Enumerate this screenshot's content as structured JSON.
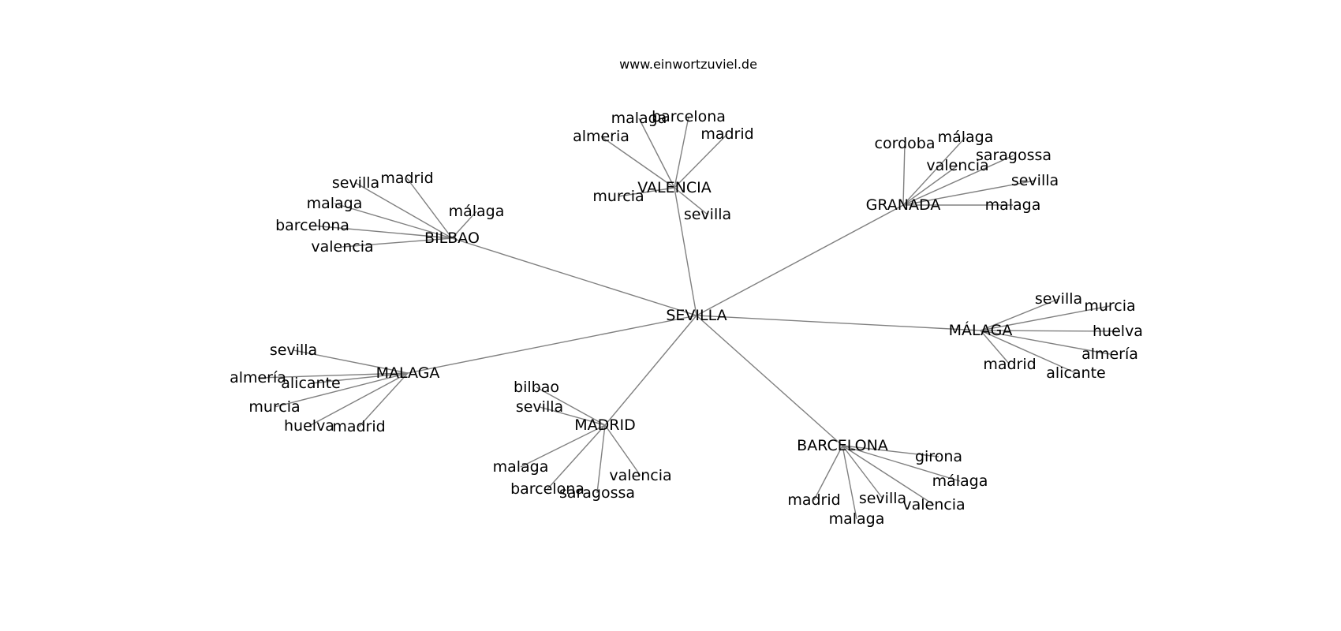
{
  "credit": "www.einwortzuviel.de",
  "graph": {
    "root": "SEVILLA",
    "hubs": [
      {
        "name": "VALENCIA",
        "leaves": [
          "malaga",
          "barcelona",
          "almeria",
          "madrid",
          "murcia",
          "sevilla"
        ]
      },
      {
        "name": "GRANADA",
        "leaves": [
          "cordoba",
          "málaga",
          "valencia",
          "saragossa",
          "sevilla",
          "malaga"
        ]
      },
      {
        "name": "BILBAO",
        "leaves": [
          "sevilla",
          "madrid",
          "malaga",
          "málaga",
          "barcelona",
          "valencia"
        ]
      },
      {
        "name": "MÁLAGA",
        "leaves": [
          "sevilla",
          "murcia",
          "huelva",
          "almería",
          "madrid",
          "alicante"
        ]
      },
      {
        "name": "MALAGA",
        "leaves": [
          "sevilla",
          "almería",
          "alicante",
          "murcia",
          "huelva",
          "madrid"
        ]
      },
      {
        "name": "MADRID",
        "leaves": [
          "bilbao",
          "sevilla",
          "malaga",
          "valencia",
          "barcelona",
          "saragossa"
        ]
      },
      {
        "name": "BARCELONA",
        "leaves": [
          "girona",
          "málaga",
          "madrid",
          "sevilla",
          "valencia",
          "malaga"
        ]
      }
    ]
  },
  "colors": {
    "edge": "#808080",
    "text": "#000000",
    "background": "#ffffff"
  }
}
